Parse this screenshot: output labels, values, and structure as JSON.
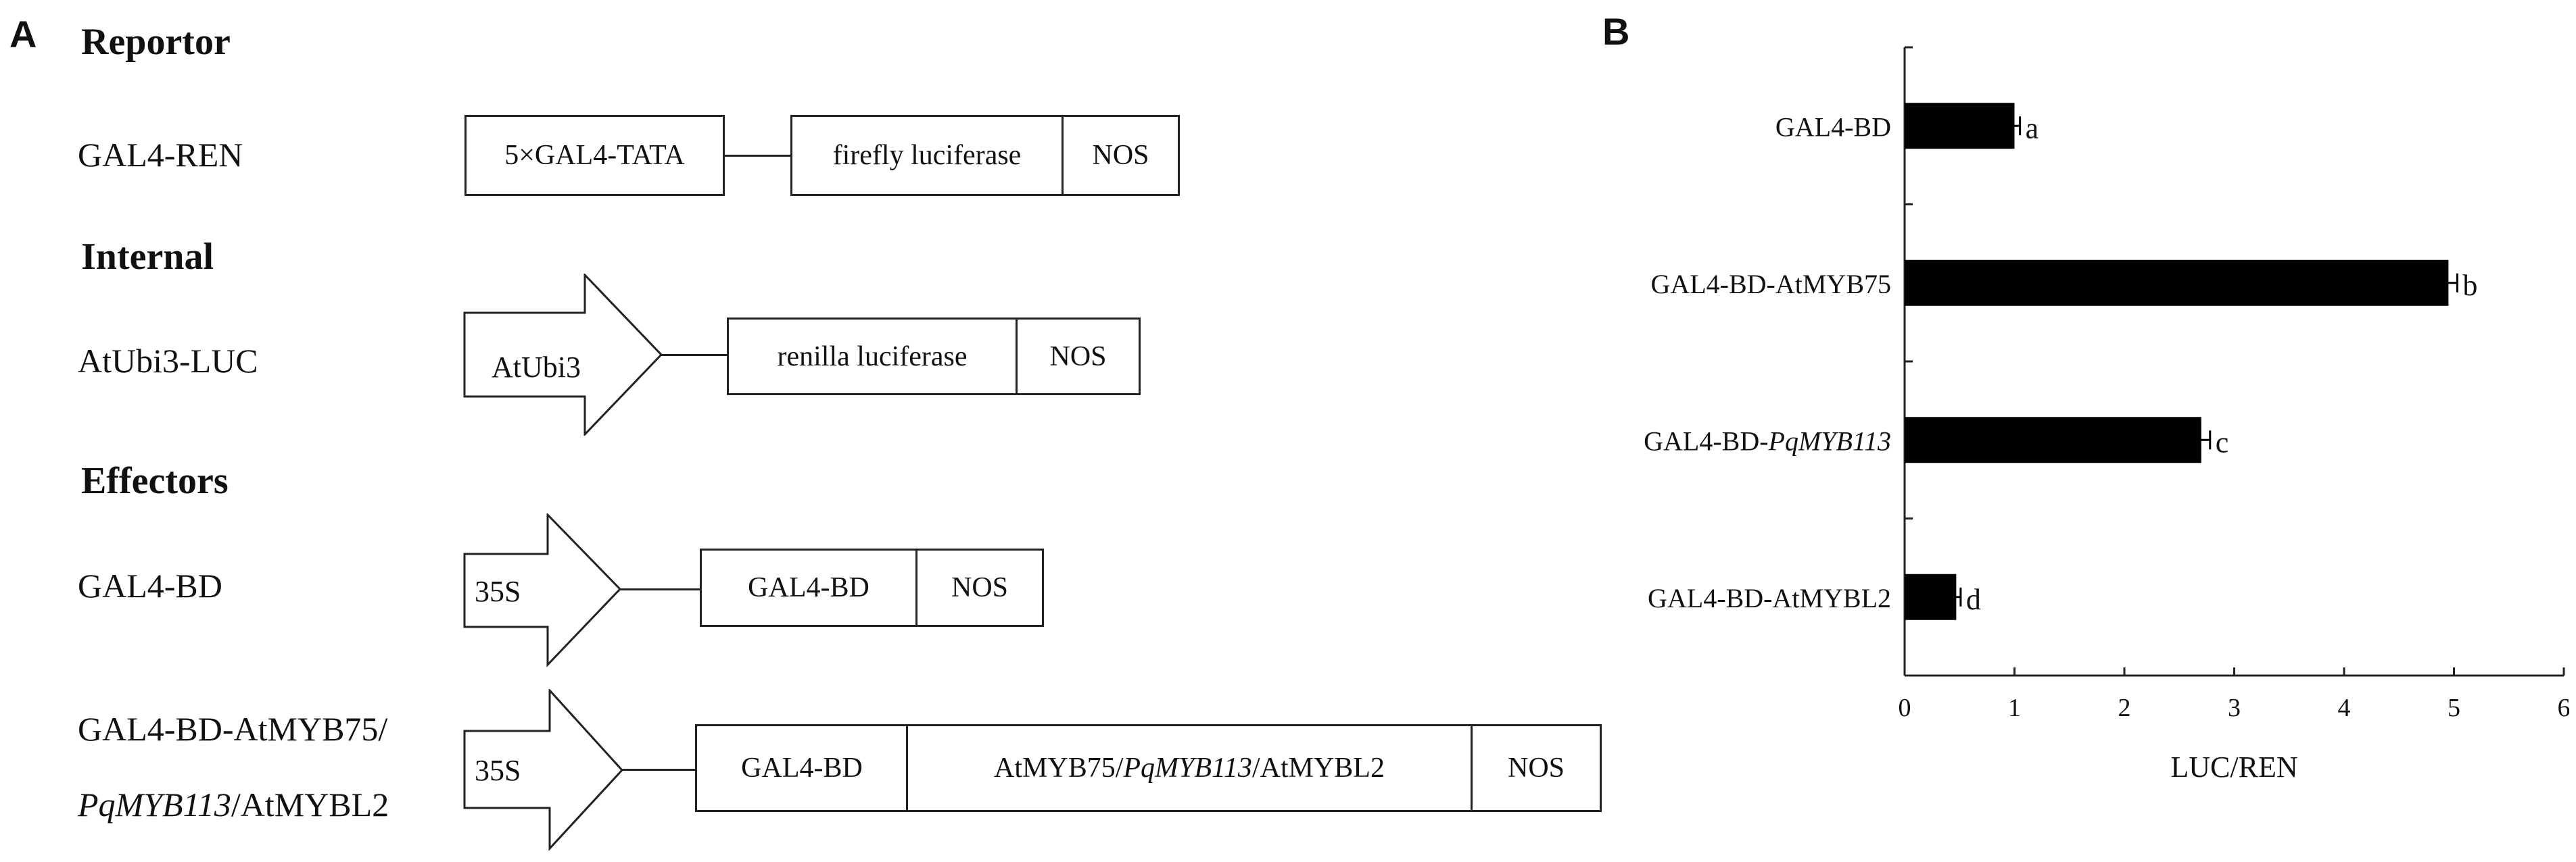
{
  "panel_a": {
    "letter": "A",
    "sections": {
      "reportor": "Reportor",
      "internal": "Internal",
      "effectors": "Effectors"
    },
    "constructs": {
      "gal4_ren": {
        "name": "GAL4-REN",
        "elements": {
          "promoter": "5×GAL4-TATA",
          "reporter": "firefly luciferase",
          "terminator": "NOS"
        }
      },
      "atubi3_luc": {
        "name": "AtUbi3-LUC",
        "elements": {
          "promoter": "AtUbi3",
          "reporter": "renilla luciferase",
          "terminator": "NOS"
        }
      },
      "gal4_bd": {
        "name": "GAL4-BD",
        "elements": {
          "promoter": "35S",
          "fusion": "GAL4-BD",
          "terminator": "NOS"
        }
      },
      "gal4_bd_myb": {
        "name_line1": "GAL4-BD-AtMYB75/",
        "name_line2_italic": "PqMYB113",
        "name_line2_rest": "/AtMYBL2",
        "elements": {
          "promoter": "35S",
          "fusion": "GAL4-BD",
          "gene_part1": "AtMYB75/",
          "gene_part2_italic": "PqMYB113",
          "gene_part3": "/AtMYBL2",
          "terminator": "NOS"
        }
      }
    }
  },
  "panel_b": {
    "letter": "B"
  },
  "chart_data": {
    "type": "bar",
    "orientation": "horizontal",
    "categories": [
      "GAL4-BD",
      "GAL4-BD-AtMYB75",
      "GAL4-BD-PqMYB113",
      "GAL4-BD-AtMYBL2"
    ],
    "values": [
      1.0,
      4.95,
      2.7,
      0.47
    ],
    "errors": [
      0.05,
      0.08,
      0.08,
      0.04
    ],
    "significance": [
      "a",
      "b",
      "c",
      "d"
    ],
    "xlabel": "LUC/REN",
    "xlim": [
      0,
      6
    ],
    "xticks": [
      0,
      1,
      2,
      3,
      4,
      5,
      6
    ],
    "bar_color": "#000000",
    "grid": false,
    "legend": "none",
    "category_label_prefix_3": "GAL4-BD-",
    "category_label_italic_3": "PqMYB113"
  }
}
